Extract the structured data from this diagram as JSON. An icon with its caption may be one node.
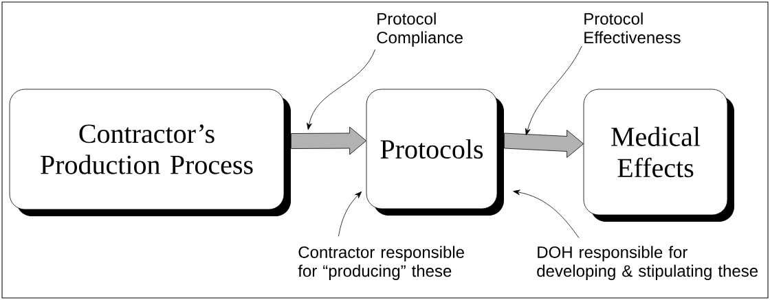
{
  "diagram": {
    "nodes": [
      {
        "text": [
          "Contractor’s Production Process"
        ]
      },
      {
        "text": [
          "Protocols"
        ]
      },
      {
        "text": [
          "Medical Effects"
        ]
      },
      {
        "text": [
          "Protocol Compliance"
        ]
      },
      {
        "text": [
          "Protocol Effectiveness"
        ]
      },
      {
        "text": [
          "Contractor responsible for “producing” these"
        ]
      },
      {
        "text": [
          "DOH responsible for developing & stipulating these"
        ]
      }
    ],
    "edges": [
      {
        "from": 0,
        "to": 1,
        "arrow": "to",
        "style": "thick"
      },
      {
        "from": 1,
        "to": 2,
        "arrow": "to",
        "style": "thick"
      },
      {
        "from": 3,
        "to": null,
        "arrow": "to"
      },
      {
        "from": 4,
        "to": null,
        "arrow": "to"
      },
      {
        "from": 5,
        "to": 1,
        "arrow": "to"
      },
      {
        "from": 6,
        "to": 1,
        "arrow": "to"
      }
    ]
  }
}
